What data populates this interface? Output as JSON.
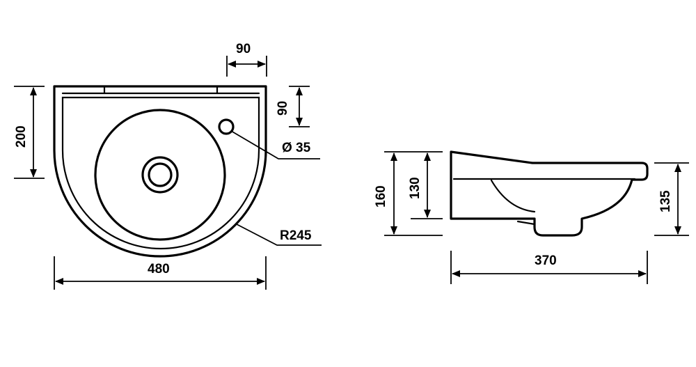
{
  "dimensions": {
    "top_width": "90",
    "top_height": "90",
    "tap_hole": "Ø 35",
    "left_height": "200",
    "front_radius": "R245",
    "overall_width": "480",
    "side_total_height": "160",
    "side_bowl_height": "130",
    "side_rim_height": "135",
    "side_depth": "370"
  }
}
